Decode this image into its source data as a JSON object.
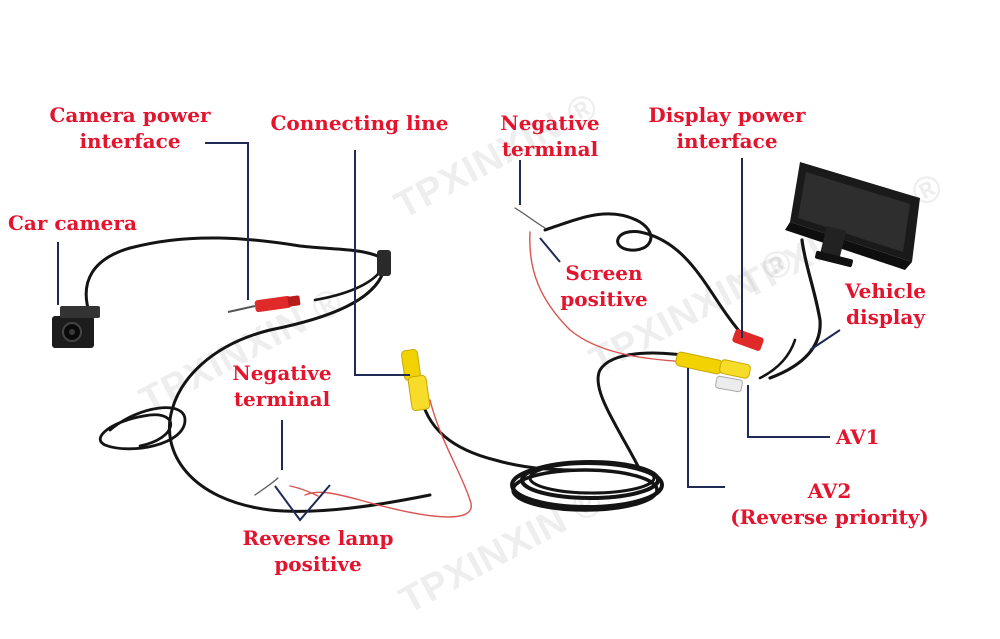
{
  "labels": {
    "camera_power_interface": [
      "Camera power",
      "interface"
    ],
    "connecting_line": "Connecting line",
    "negative_terminal_top": [
      "Negative",
      "terminal"
    ],
    "display_power_interface": [
      "Display power",
      "interface"
    ],
    "car_camera": "Car camera",
    "screen_positive": [
      "Screen",
      "positive"
    ],
    "vehicle_display": [
      "Vehicle",
      "display"
    ],
    "negative_terminal_bottom": [
      "Negative",
      "terminal"
    ],
    "av1": "AV1",
    "av2": [
      "AV2",
      "(Reverse priority)"
    ],
    "reverse_lamp_positive": [
      "Reverse lamp",
      "positive"
    ]
  },
  "watermark": "TPXINXIN ®",
  "colors": {
    "label": "#e4142e",
    "leader": "#1f2a55",
    "cable": "#141414",
    "red_wire": "#d9534f",
    "connector_red": "#e02a2a",
    "connector_yellow": "#f2d200"
  }
}
